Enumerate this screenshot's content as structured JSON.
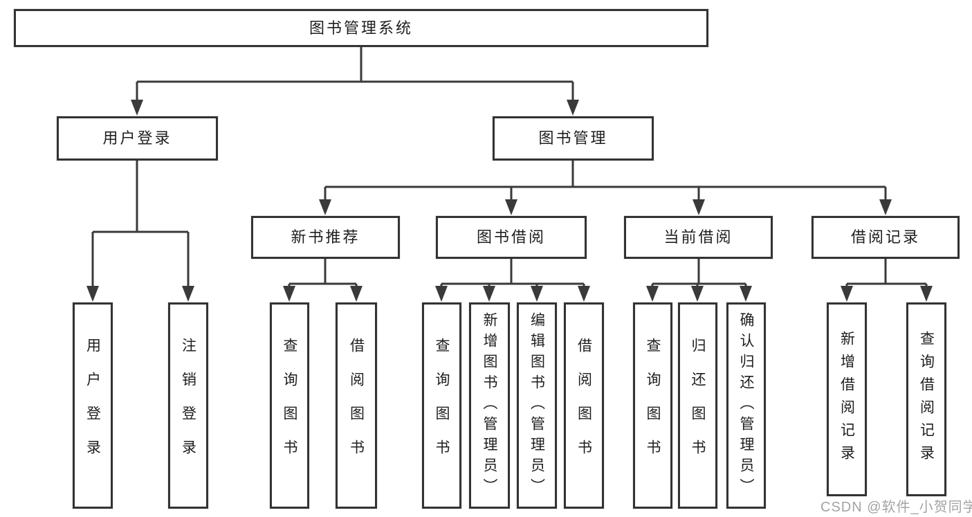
{
  "colors": {
    "background": "#ffffff",
    "line": "#3a3a3a",
    "box_border": "#333333",
    "text": "#1e1e1e",
    "watermark": "#9e9e9e"
  },
  "watermark": {
    "text": "CSDN @软件_小贺同学"
  },
  "tree": {
    "root": {
      "label": "图书管理系统"
    },
    "branches": [
      {
        "label": "用户登录",
        "children": [
          {
            "label": "用户登录"
          },
          {
            "label": "注销登录"
          }
        ]
      },
      {
        "label": "图书管理",
        "sections": [
          {
            "label": "新书推荐",
            "children": [
              {
                "label": "查询图书"
              },
              {
                "label": "借阅图书"
              }
            ]
          },
          {
            "label": "图书借阅",
            "children": [
              {
                "label": "查询图书"
              },
              {
                "label": "新增图书（管理员）"
              },
              {
                "label": "编辑图书（管理员）"
              },
              {
                "label": "借阅图书"
              }
            ]
          },
          {
            "label": "当前借阅",
            "children": [
              {
                "label": "查询图书"
              },
              {
                "label": "归还图书"
              },
              {
                "label": "确认归还（管理员）"
              }
            ]
          },
          {
            "label": "借阅记录",
            "children": [
              {
                "label": "新增借阅记录"
              },
              {
                "label": "查询借阅记录"
              }
            ]
          }
        ]
      }
    ]
  }
}
